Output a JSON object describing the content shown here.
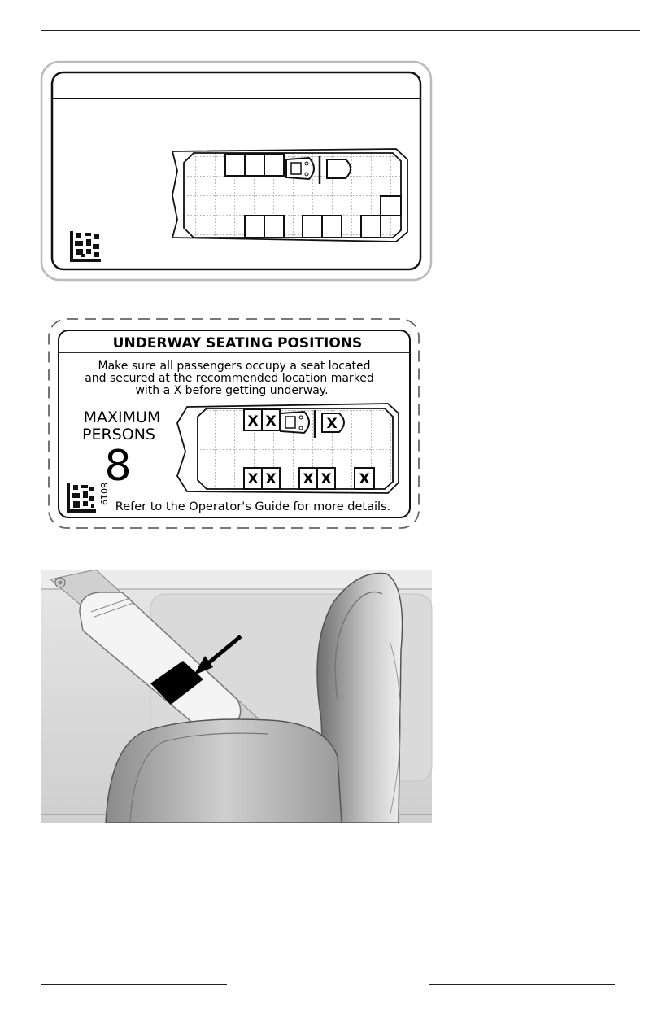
{
  "label_blank": {
    "barcode_icon": "data-matrix-icon"
  },
  "label_seating": {
    "title": "UNDERWAY SEATING POSITIONS",
    "instruction_lines": [
      "Make sure all passengers occupy a seat located",
      "and secured at the recommended location marked",
      "with a X before getting underway."
    ],
    "max_persons_label_1": "MAXIMUM",
    "max_persons_label_2": "PERSONS",
    "max_persons_value": "8",
    "code": "8019",
    "footer": "Refer to the Operator's Guide for more details.",
    "seat_mark": "X"
  },
  "photo": {
    "arrow_icon": "arrow-icon",
    "subject": "seat-label-illustration"
  }
}
